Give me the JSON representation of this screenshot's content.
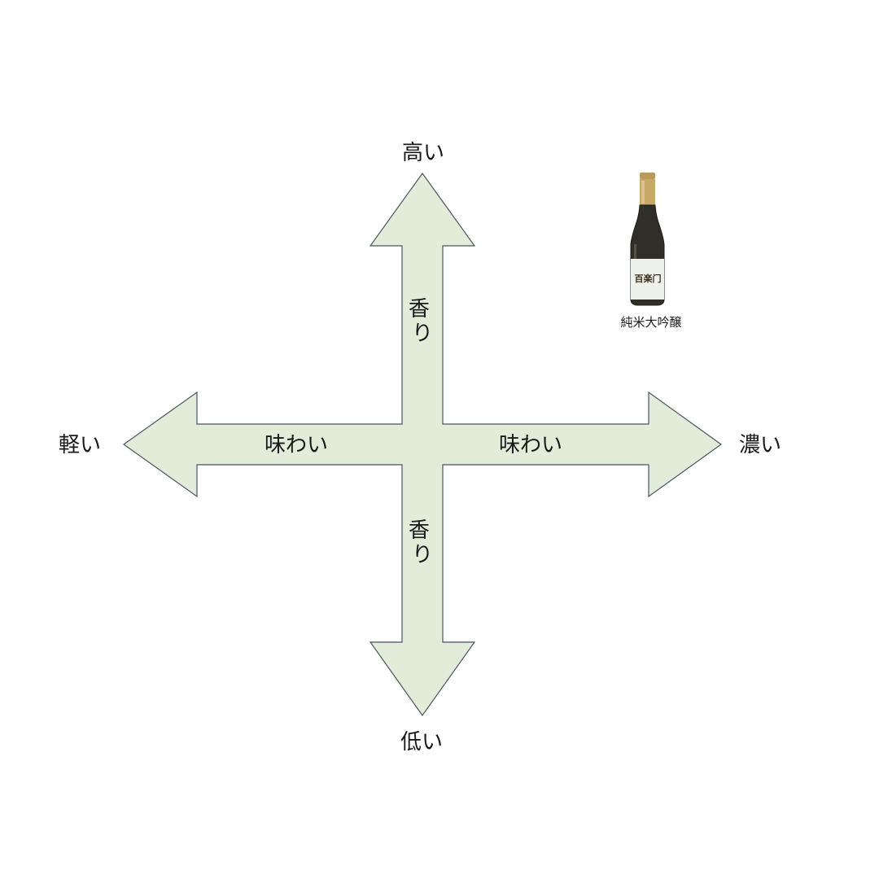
{
  "diagram": {
    "colors": {
      "arrow_fill": "#e2ecd9",
      "arrow_stroke": "#4a5560",
      "text": "#1a1a1a"
    },
    "vertical_axis": {
      "label": "香り",
      "top_end": "高い",
      "bottom_end": "低い"
    },
    "horizontal_axis": {
      "label": "味わい",
      "left_end": "軽い",
      "right_end": "濃い"
    },
    "product": {
      "bottle_label_text": "百楽门",
      "label": "純米大吟醸",
      "icon": "sake-bottle-icon"
    }
  }
}
